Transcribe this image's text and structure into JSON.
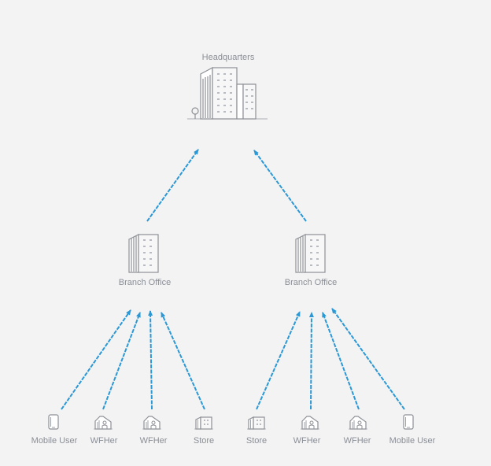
{
  "colors": {
    "arrow": "#2b98d6",
    "icon_stroke": "#8d9096",
    "label": "#8a8e96"
  },
  "headquarters": {
    "label": "Headquarters",
    "icon": "office-buildings-icon"
  },
  "branches": [
    {
      "label": "Branch Office",
      "icon": "office-tower-icon"
    },
    {
      "label": "Branch Office",
      "icon": "office-tower-icon"
    }
  ],
  "endpoints": [
    {
      "label": "Mobile User",
      "icon": "mobile-phone-icon"
    },
    {
      "label": "WFHer",
      "icon": "home-worker-icon"
    },
    {
      "label": "WFHer",
      "icon": "home-worker-icon"
    },
    {
      "label": "Store",
      "icon": "store-building-icon"
    },
    {
      "label": "Store",
      "icon": "store-building-icon"
    },
    {
      "label": "WFHer",
      "icon": "home-worker-icon"
    },
    {
      "label": "WFHer",
      "icon": "home-worker-icon"
    },
    {
      "label": "Mobile User",
      "icon": "mobile-phone-icon"
    }
  ]
}
